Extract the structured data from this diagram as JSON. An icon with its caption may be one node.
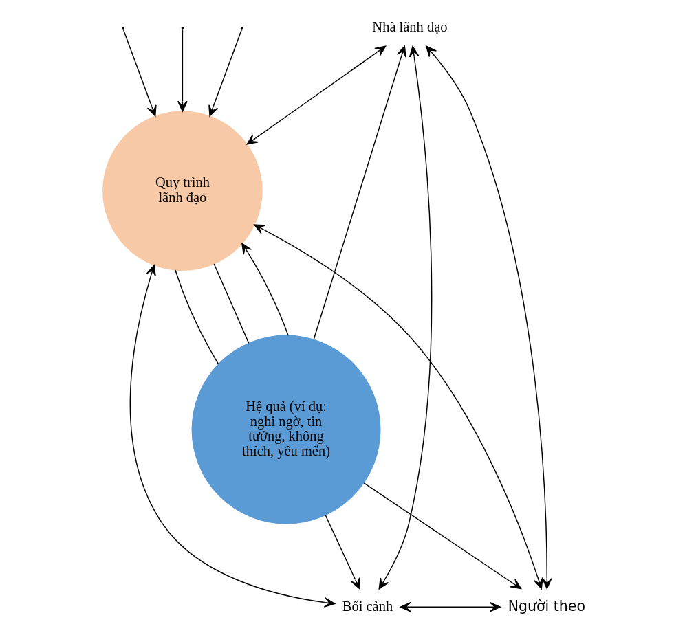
{
  "diagram": {
    "nodes": [
      {
        "text": [
          "Nhà lãnh đạo"
        ]
      },
      {
        "text": [
          "Quy trình lãnh đạo"
        ]
      },
      {
        "text": [
          "Bối cảnh"
        ]
      },
      {
        "text": [
          "Người theo"
        ]
      },
      {
        "text": [
          "Hệ quả (ví dụ: nghi ngờ, tin tưởng, không thích, yêu mến)"
        ]
      }
    ],
    "edges": [
      {
        "from": 2,
        "to": 0,
        "arrow": "both"
      },
      {
        "from": null,
        "to": 1,
        "arrow": "to"
      },
      {
        "from": 0,
        "to": 1,
        "arrow": "both"
      },
      {
        "from": 3,
        "to": 0,
        "arrow": "both"
      },
      {
        "from": null,
        "to": 1,
        "arrow": "to"
      },
      {
        "from": 2,
        "to": 1,
        "arrow": "both"
      },
      {
        "from": 3,
        "to": 1,
        "arrow": "both"
      },
      {
        "from": 2,
        "to": 3,
        "arrow": "both"
      },
      {
        "from": null,
        "to": 1,
        "arrow": "to"
      },
      {
        "from": 1,
        "to": 4,
        "arrow": "none"
      },
      {
        "from": 1,
        "to": 4,
        "arrow": "none"
      },
      {
        "from": 4,
        "to": 1,
        "arrow": "to"
      },
      {
        "from": 4,
        "to": 3,
        "arrow": "to"
      },
      {
        "from": 4,
        "to": 2,
        "arrow": "to"
      },
      {
        "from": 4,
        "to": 0,
        "arrow": "to"
      }
    ]
  }
}
